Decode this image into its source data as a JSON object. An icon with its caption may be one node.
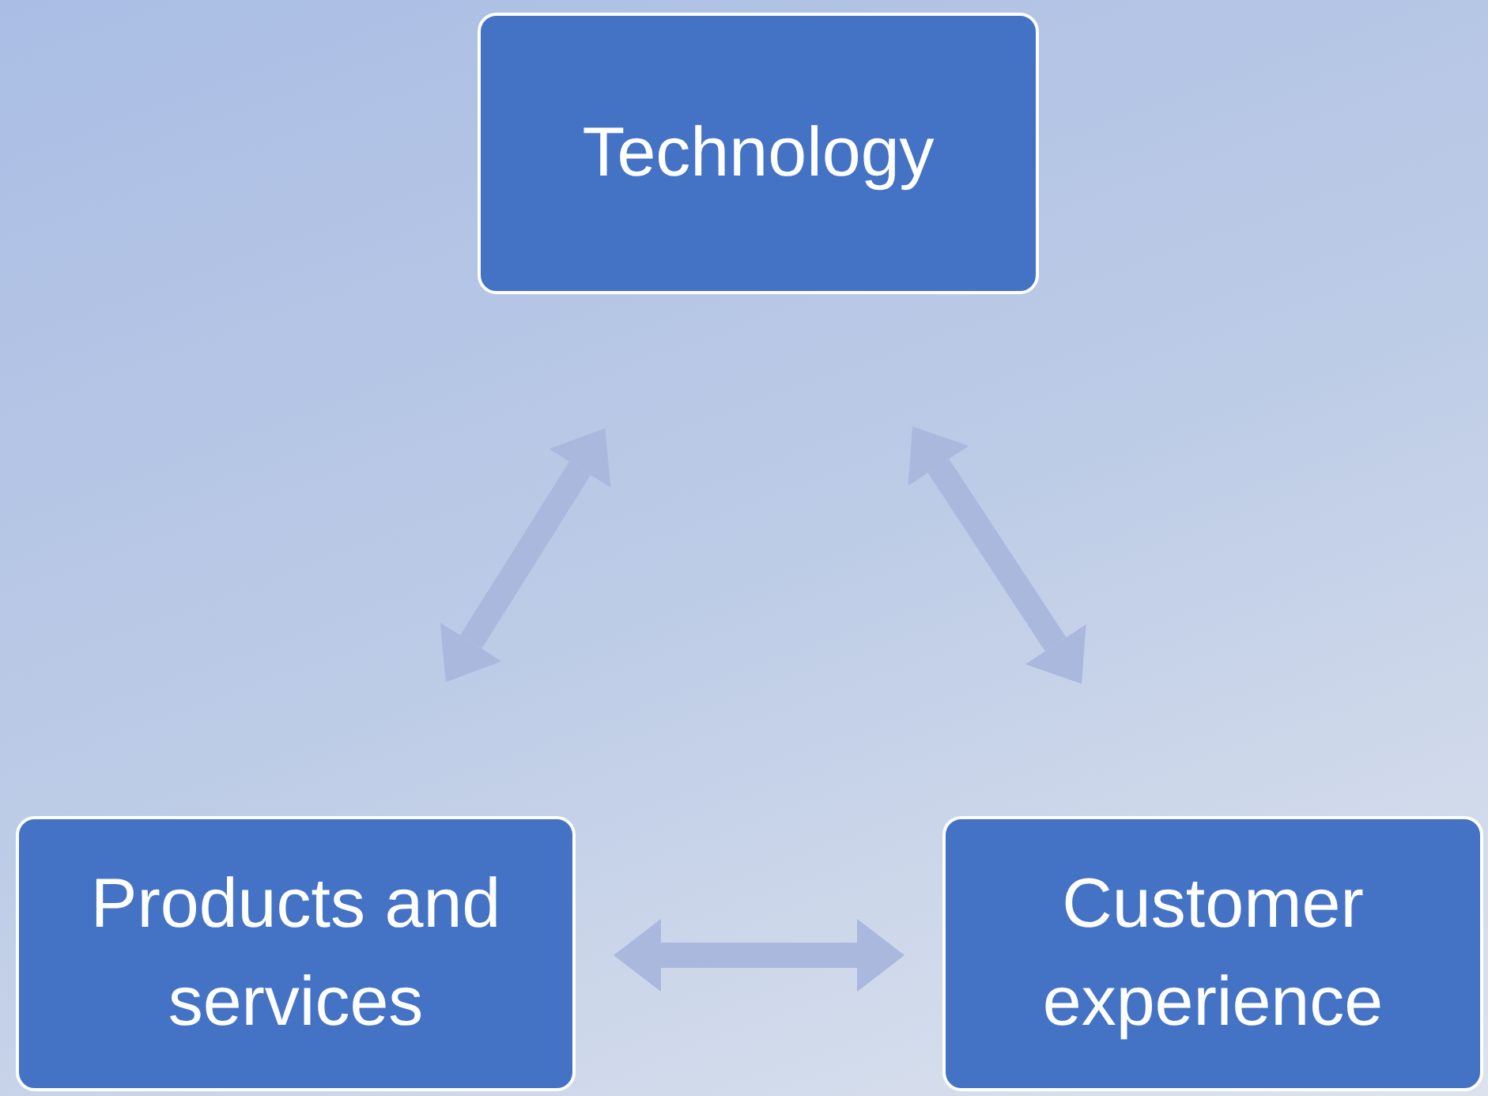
{
  "diagram": {
    "nodes": [
      {
        "text": [
          "Technology"
        ]
      },
      {
        "text": [
          "Products and services"
        ]
      },
      {
        "text": [
          "Customer experience"
        ]
      }
    ],
    "edges": [
      {
        "from": 0,
        "to": 1,
        "arrow": "both"
      },
      {
        "from": 0,
        "to": 2,
        "arrow": "both"
      },
      {
        "from": 1,
        "to": 2,
        "arrow": "both"
      }
    ]
  }
}
